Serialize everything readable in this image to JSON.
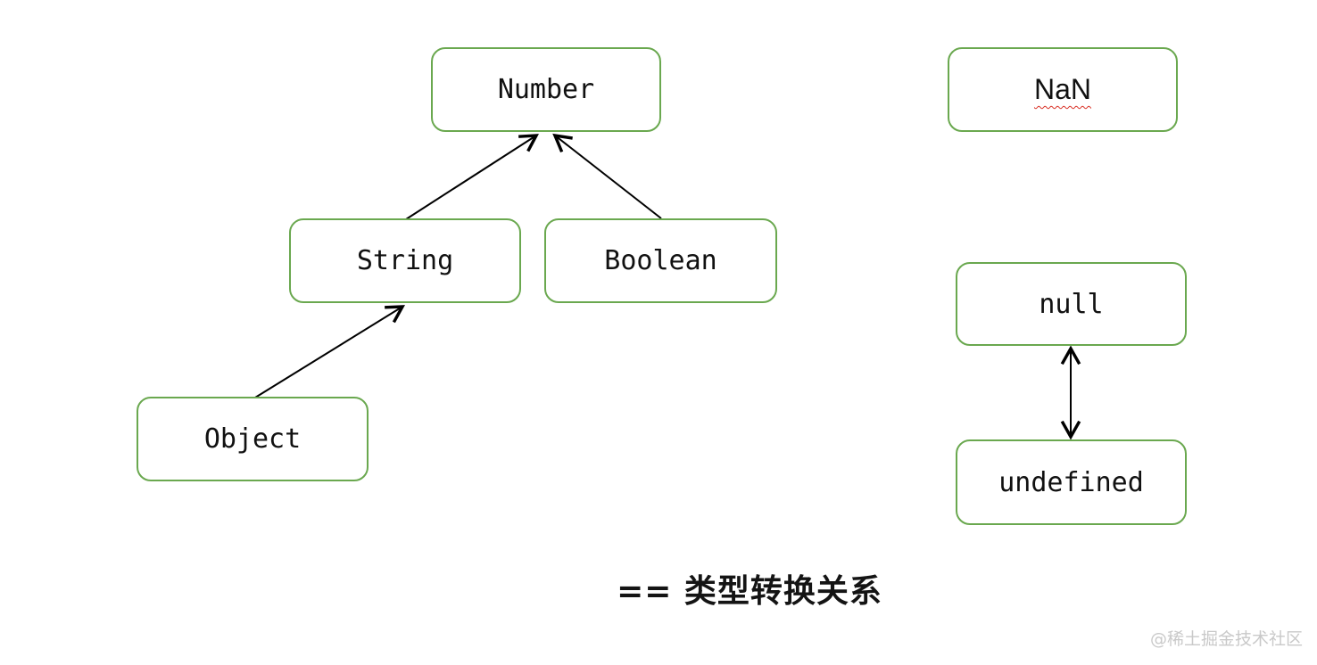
{
  "diagram": {
    "title_semantics": "JavaScript == type coercion relationships",
    "nodes": {
      "number": {
        "label": "Number"
      },
      "nan": {
        "label": "NaN"
      },
      "string": {
        "label": "String"
      },
      "boolean": {
        "label": "Boolean"
      },
      "object": {
        "label": "Object"
      },
      "null": {
        "label": "null"
      },
      "undefined": {
        "label": "undefined"
      }
    },
    "edges": [
      {
        "from": "String",
        "to": "Number",
        "type": "arrow"
      },
      {
        "from": "Boolean",
        "to": "Number",
        "type": "arrow"
      },
      {
        "from": "Object",
        "to": "String",
        "type": "arrow"
      },
      {
        "from": "null",
        "to": "undefined",
        "type": "double-arrow"
      }
    ],
    "caption": "== 类型转换关系",
    "watermark": "@稀土掘金技术社区",
    "colors": {
      "box_border": "#6aa84f",
      "arrow": "#000000",
      "nan_underline": "#d93025",
      "watermark_text": "#c9c9c9",
      "background": "#ffffff"
    }
  }
}
